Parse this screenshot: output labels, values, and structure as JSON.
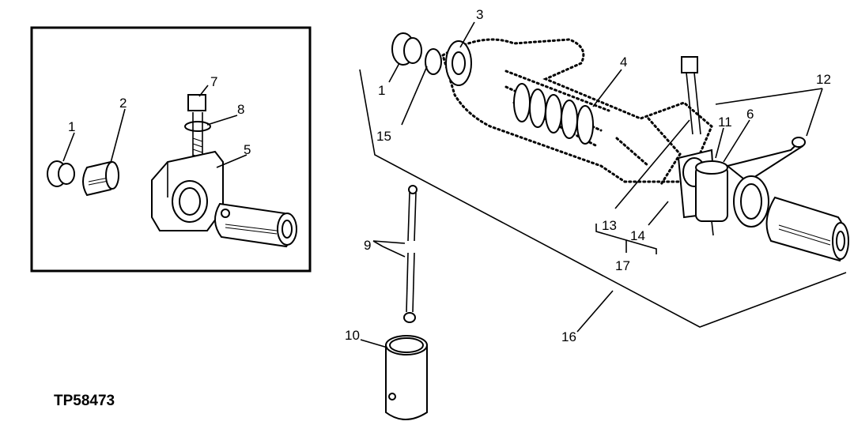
{
  "figure_ref": "TP58473",
  "callouts": {
    "inset_1": "1",
    "inset_2": "2",
    "inset_5": "5",
    "inset_7": "7",
    "inset_8": "8",
    "main_1": "1",
    "main_3": "3",
    "main_4": "4",
    "main_6": "6",
    "main_9": "9",
    "main_10": "10",
    "main_11": "11",
    "main_12": "12",
    "main_13": "13",
    "main_14": "14",
    "main_15": "15",
    "main_16": "16",
    "main_17": "17"
  }
}
